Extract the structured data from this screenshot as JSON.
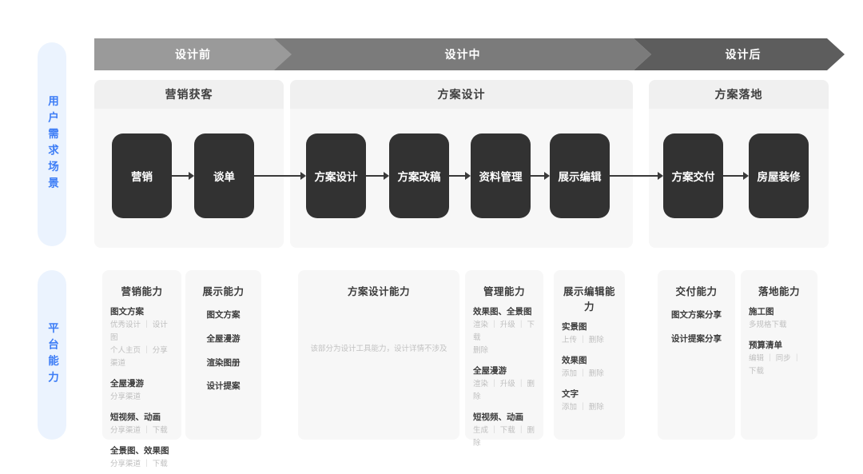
{
  "side_labels": {
    "top": "用户需求场景",
    "bottom": "平台能力"
  },
  "phases": [
    {
      "label": "设计前",
      "color": "#9A9A9A"
    },
    {
      "label": "设计中",
      "color": "#7B7B7B"
    },
    {
      "label": "设计后",
      "color": "#5D5D5D"
    }
  ],
  "scenario_groups": [
    {
      "title": "营销获客",
      "steps": [
        "营销",
        "谈单"
      ]
    },
    {
      "title": "方案设计",
      "steps": [
        "方案设计",
        "方案改稿",
        "资料管理",
        "展示编辑"
      ]
    },
    {
      "title": "方案落地",
      "steps": [
        "方案交付",
        "房屋装修"
      ]
    }
  ],
  "capability_panels": [
    {
      "title": "营销能力",
      "layout": "list",
      "items": [
        {
          "name": "图文方案",
          "details": [
            "优秀设计 ｜ 设计图",
            "个人主页 ｜ 分享渠道"
          ]
        },
        {
          "name": "全屋漫游",
          "details": [
            "分享渠道"
          ]
        },
        {
          "name": "短视频、动画",
          "details": [
            "分享渠道 ｜ 下载"
          ]
        },
        {
          "name": "全景图、效果图",
          "details": [
            "分享渠道 ｜ 下载"
          ]
        }
      ]
    },
    {
      "title": "展示能力",
      "layout": "center",
      "items": [
        {
          "name": "图文方案"
        },
        {
          "name": "全屋漫游"
        },
        {
          "name": "渲染图册"
        },
        {
          "name": "设计提案"
        }
      ]
    },
    {
      "title": "方案设计能力",
      "layout": "note",
      "note": "该部分为设计工具能力，设计详情不涉及"
    },
    {
      "title": "管理能力",
      "layout": "list",
      "items": [
        {
          "name": "效果图、全景图",
          "details": [
            "渲染 ｜ 升级 ｜ 下载",
            "删除"
          ]
        },
        {
          "name": "全屋漫游",
          "details": [
            "渲染 ｜ 升级 ｜ 删除"
          ]
        },
        {
          "name": "短视频、动画",
          "details": [
            "生成 ｜ 下载 ｜ 删除"
          ]
        }
      ]
    },
    {
      "title": "展示编辑能力",
      "layout": "list",
      "items": [
        {
          "name": "实景图",
          "details": [
            "上传 ｜ 删除"
          ]
        },
        {
          "name": "效果图",
          "details": [
            "添加 ｜ 删除"
          ]
        },
        {
          "name": "文字",
          "details": [
            "添加 ｜ 删除"
          ]
        }
      ]
    },
    {
      "title": "交付能力",
      "layout": "center",
      "items": [
        {
          "name": "图文方案分享"
        },
        {
          "name": "设计提案分享"
        }
      ]
    },
    {
      "title": "落地能力",
      "layout": "list",
      "items": [
        {
          "name": "施工图",
          "details": [
            "多规格下载"
          ]
        },
        {
          "name": "预算清单",
          "details": [
            "编辑 ｜ 同步 ｜ 下载"
          ]
        }
      ]
    }
  ],
  "colors": {
    "accent_blue": "#3D7DF6",
    "pill_bg": "#EBF3FE",
    "panel_bg": "#F7F7F7",
    "panel_header_bg": "#F0F0F0",
    "step_box": "#323232",
    "muted_text": "#BFBFBF"
  }
}
